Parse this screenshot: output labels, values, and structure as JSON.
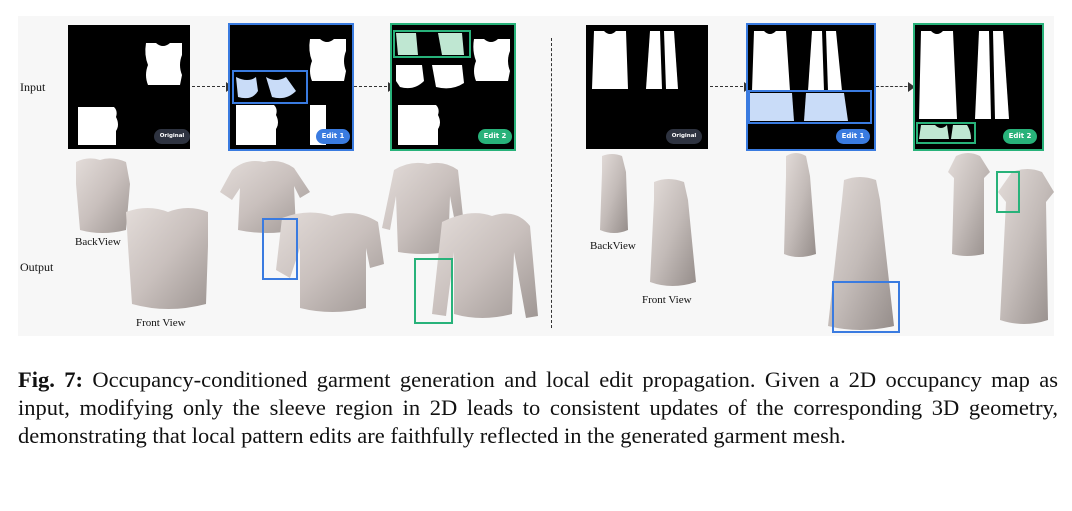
{
  "labels": {
    "input": "Input",
    "output": "Output"
  },
  "badges": {
    "original": "Original",
    "edit1": "Edit 1",
    "edit2": "Edit 2"
  },
  "views": {
    "back": "BackView",
    "front": "Front View"
  },
  "caption": {
    "label": "Fig. 7:",
    "text": "Occupancy-conditioned garment generation and local edit propagation. Given a 2D occupancy map as input, modifying only the sleeve region in 2D leads to consistent updates of the corresponding 3D geometry, demonstrating that local pattern edits are faithfully reflected in the generated garment mesh."
  },
  "colors": {
    "edit1": "#3a7be0",
    "edit2": "#28b27a",
    "original": "#2e3340"
  }
}
